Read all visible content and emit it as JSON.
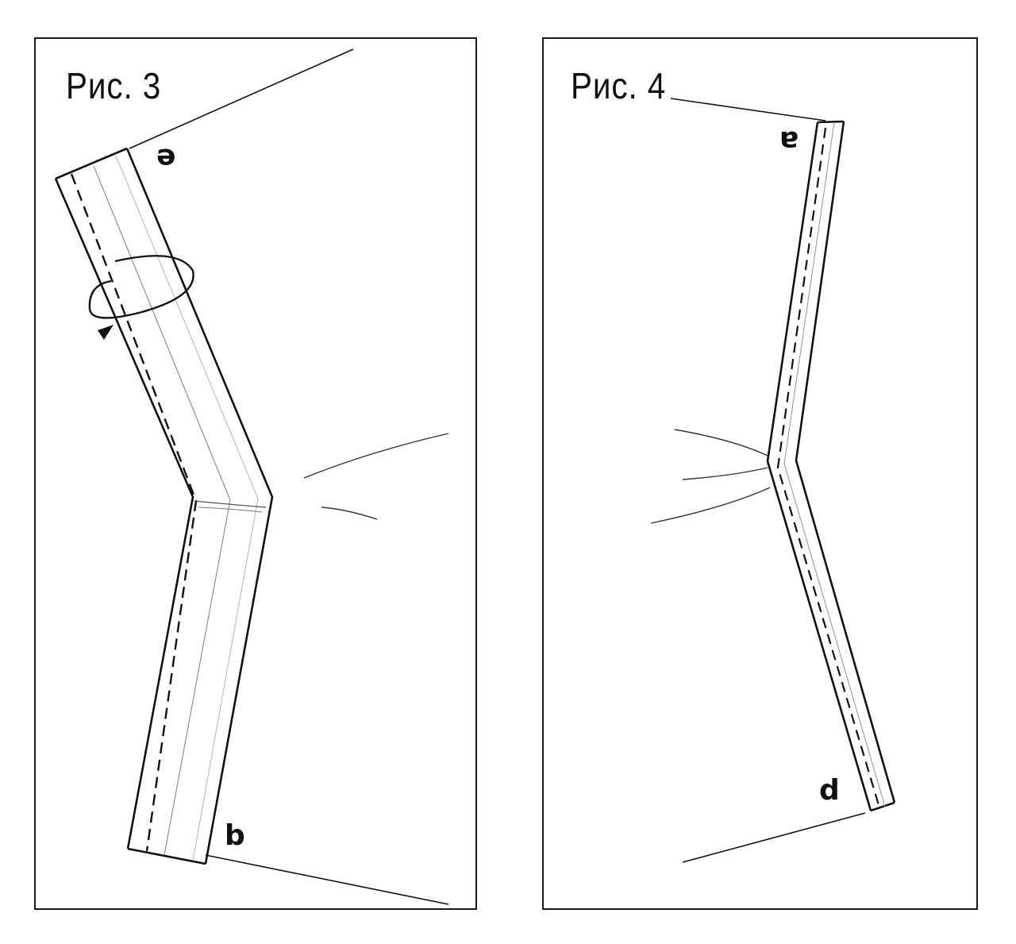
{
  "figures": [
    {
      "title": "Рис. 3",
      "labels": {
        "top": "e",
        "bottom": "b"
      }
    },
    {
      "title": "Рис. 4",
      "labels": {
        "top": "a",
        "bottom": "d"
      }
    }
  ],
  "colors": {
    "ink": "#111111",
    "border": "#1a1a1a",
    "faint": "#9a9a9a",
    "background": "#ffffff"
  },
  "icons": {
    "rotation": "curved-rotation-arrow-icon"
  }
}
